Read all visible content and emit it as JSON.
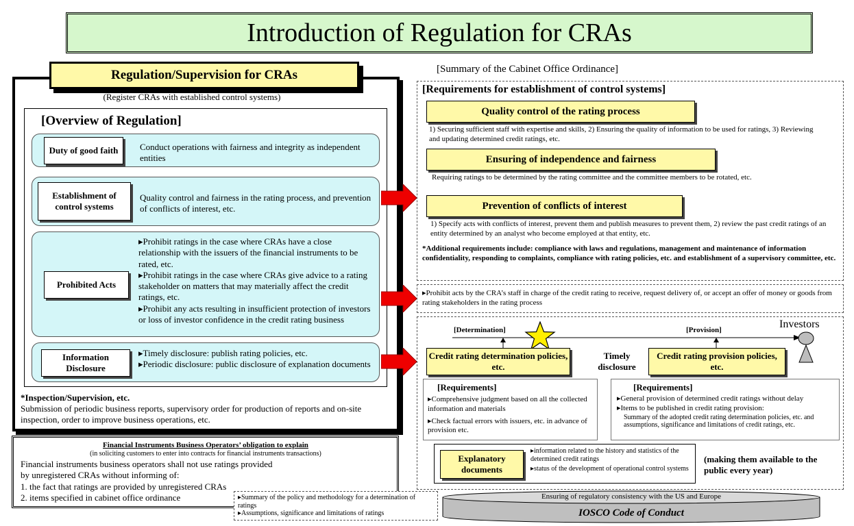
{
  "title": "Introduction of Regulation for CRAs",
  "left": {
    "header": "Regulation/Supervision for CRAs",
    "subnote": "(Register CRAs with established control systems)",
    "overview_title": "[Overview of Regulation]",
    "rows": [
      {
        "label": "Duty of good faith",
        "text": "Conduct operations with fairness and integrity as independent entities"
      },
      {
        "label": "Establishment of control systems",
        "text": "Quality control and fairness in the rating process, and prevention of conflicts of interest, etc."
      },
      {
        "label": "Prohibited Acts",
        "bullets": [
          "▸Prohibit ratings in the case where CRAs have a close relationship with the issuers of the financial instruments to be rated, etc.",
          "▸Prohibit ratings in the case where CRAs give advice to a rating stakeholder on matters that may materially affect the credit ratings, etc.",
          "▸Prohibit any acts resulting in insufficient protection of investors or loss of investor confidence in the credit rating business"
        ]
      },
      {
        "label": "Information Disclosure",
        "bullets": [
          "▸Timely disclosure: publish rating policies, etc.",
          "▸Periodic disclosure: public disclosure of explanation documents"
        ]
      }
    ],
    "inspection_title": "*Inspection/Supervision, etc.",
    "inspection_text": "Submission of periodic business reports, supervisory order for production of reports and on-site inspection, order to improve business operations, etc."
  },
  "explain_box": {
    "title": "Financial Instruments Business Operators’ obligation to explain",
    "subtitle": "(in soliciting customers to enter into contracts for financial instruments transactions)",
    "line1": "Financial instruments business operators shall not use ratings provided",
    "line2": "by unregistered CRAs without informing of:",
    "item1": "1. the fact that ratings are provided by unregistered CRAs",
    "item2": "2. items specified in cabinet office ordinance",
    "note1": "▸Summary of the policy and methodology for a determination of ratings",
    "note2": "▸Assumptions, significance and limitations of ratings"
  },
  "right": {
    "summary_title": "[Summary of the Cabinet Office Ordinance]",
    "req_title": "[Requirements for establishment of control systems]",
    "qc_title": "Quality control of the rating process",
    "qc_text": "1) Securing sufficient staff with expertise and skills, 2) Ensuring the quality of information to be used for ratings, 3) Reviewing and updating determined credit ratings, etc.",
    "ind_title": "Ensuring of independence and fairness",
    "ind_text": "Requiring ratings to be determined by the rating committee and the committee members to be rotated, etc.",
    "coi_title": "Prevention of conflicts of interest",
    "coi_text": "1) Specify acts with conflicts of interest, prevent them and publish measures to prevent them, 2) review the past credit ratings of an entity determined by an analyst who become employed at that entity, etc.",
    "additional": "*Additional requirements include: compliance with laws and regulations, management and maintenance of information confidentiality, responding to complaints, compliance with rating policies, etc. and establishment of a supervisory committee, etc.",
    "prohibit_text": "▸Prohibit acts by the CRA’s staff in charge of the credit rating to receive, request delivery of, or accept an offer of money or goods from rating stakeholders in the rating process",
    "determination_label": "[Determination]",
    "provision_label": "[Provision]",
    "investors_label": "Investors",
    "determination_box": "Credit rating determination policies, etc.",
    "timely_label": "Timely disclosure",
    "provision_box": "Credit rating provision policies, etc.",
    "req1_title": "[Requirements]",
    "req1_items": [
      "▸Comprehensive judgment based on all the collected information and materials",
      "▸Check factual errors with issuers, etc. in advance of provision etc."
    ],
    "req2_title": "[Requirements]",
    "req2_item1": "▸General provision of determined credit ratings without delay",
    "req2_item2": "▸Items to be published in credit rating provision:",
    "req2_item3": "Summary of the adopted credit rating determination policies, etc. and assumptions, significance and limitations of credit ratings, etc.",
    "explanatory_box": "Explanatory documents",
    "exp_items": [
      "▸information related to the history and statistics of the determined credit ratings",
      "▸status of the development of operational control systems"
    ],
    "making_available": "(making them available to the public every year)",
    "cylinder_top": "Ensuring of regulatory consistency with the US and Europe",
    "cylinder_bottom": "IOSCO Code of Conduct"
  },
  "colors": {
    "title_bg": "#d6f7cc",
    "yellow": "#fff9a8",
    "cyan": "#d4f6f8",
    "arrow": "#ee0000",
    "star": "#ffee00",
    "investor": "#bdbdbd",
    "cylinder": "#c0c0c0"
  }
}
